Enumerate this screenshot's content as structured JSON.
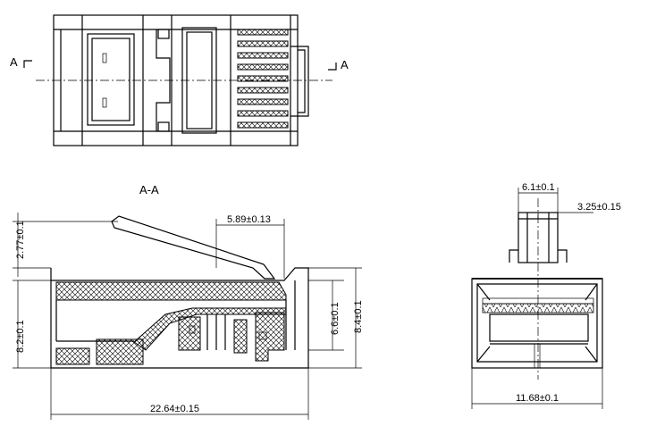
{
  "top_view": {
    "section_left_label": "A",
    "section_right_label": "A"
  },
  "section_view": {
    "title": "A-A",
    "dims": {
      "latch_height": "2.77±0.1",
      "latch_offset": "5.89±0.13",
      "body_height": "8.2±0.1",
      "inner_height": "6.6±0.1",
      "overall_height": "8.4±0.1",
      "overall_length": "22.64±0.15"
    }
  },
  "end_view": {
    "dims": {
      "latch_width": "6.1±0.1",
      "latch_offset": "3.25±0.15",
      "body_width": "11.68±0.1"
    }
  }
}
